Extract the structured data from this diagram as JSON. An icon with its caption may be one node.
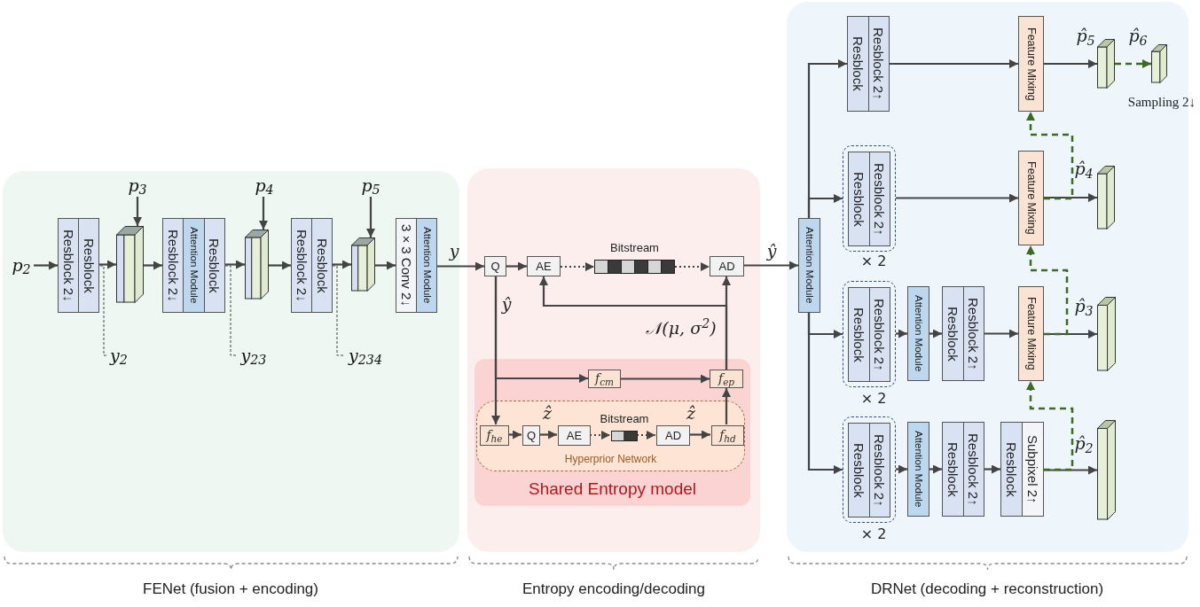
{
  "diagram": {
    "nodes": [
      {
        "text": [],
        "shape": "box",
        "beside": [
          "FENet (fusion + encoding)"
        ]
      },
      {
        "text": [
          "p$_{2}$"
        ],
        "in": 0
      },
      {
        "text": [
          "Resblock 2↓",
          "Resblock"
        ],
        "in": 0
      },
      {
        "text": [],
        "shape": "box",
        "in": 0
      },
      {
        "text": [
          "p$_{3}$"
        ],
        "in": 0
      },
      {
        "text": [
          "y$_{2}$"
        ],
        "in": 0
      },
      {
        "text": [
          "Resblock 2↓",
          "Attention Module",
          "Resblock"
        ],
        "in": 0
      },
      {
        "text": [],
        "shape": "box",
        "in": 0
      },
      {
        "text": [
          "p$_{4}$"
        ],
        "in": 0
      },
      {
        "text": [
          "y$_{23}$"
        ],
        "in": 0
      },
      {
        "text": [
          "Resblock 2↓",
          "Resblock"
        ],
        "in": 0
      },
      {
        "text": [],
        "shape": "box",
        "in": 0
      },
      {
        "text": [
          "p$_{5}$"
        ],
        "in": 0
      },
      {
        "text": [
          "y$_{234}$"
        ],
        "in": 0
      },
      {
        "text": [
          "3×3 Conv 2↓",
          "Attention Module"
        ],
        "in": 0
      },
      {
        "text": [],
        "shape": "box",
        "beside": [
          "Entropy encoding/decoding"
        ]
      },
      {
        "text": [
          "Q"
        ],
        "in": 15
      },
      {
        "text": [
          "AE"
        ],
        "in": 15
      },
      {
        "text": [
          "Bitstream"
        ],
        "in": 15
      },
      {
        "text": [
          "AD"
        ],
        "in": 15
      },
      {
        "text": [
          "Shared Entropy model"
        ],
        "in": 15
      },
      {
        "text": [
          "f$_{cm}$"
        ],
        "in": 20
      },
      {
        "text": [
          "f$_{ep}$"
        ],
        "in": 20
      },
      {
        "text": [
          "Hyperprior Network"
        ],
        "in": 20
      },
      {
        "text": [
          "f$_{he}$"
        ],
        "in": 23
      },
      {
        "text": [
          "Q"
        ],
        "in": 23
      },
      {
        "text": [
          "AE"
        ],
        "in": 23
      },
      {
        "text": [
          "Bitstream"
        ],
        "in": 23
      },
      {
        "text": [
          "AD"
        ],
        "in": 23
      },
      {
        "text": [
          "f$_{hd}$"
        ],
        "in": 23
      },
      {
        "text": [],
        "shape": "box",
        "beside": [
          "DRNet (decoding + reconstruction)"
        ]
      },
      {
        "text": [
          "Attention Module"
        ],
        "in": 30
      },
      {
        "text": [
          "Resblock",
          "Resblock 2↑"
        ],
        "in": 30
      },
      {
        "text": [
          "Feature Mixing"
        ],
        "in": 30
      },
      {
        "text": [],
        "shape": "box",
        "in": 30,
        "beside": [
          "p̂$_{5}$"
        ]
      },
      {
        "text": [],
        "shape": "box",
        "in": 30,
        "beside": [
          "p̂$_{6}$"
        ]
      },
      {
        "text": [],
        "shape": "box",
        "in": 30,
        "beside": [
          "× 2"
        ]
      },
      {
        "text": [
          "Resblock",
          "Resblock 2↑"
        ],
        "in": 36
      },
      {
        "text": [
          "Feature Mixing"
        ],
        "in": 30
      },
      {
        "text": [],
        "shape": "box",
        "in": 30,
        "beside": [
          "p̂$_{4}$"
        ]
      },
      {
        "text": [],
        "shape": "box",
        "in": 30,
        "beside": [
          "× 2"
        ]
      },
      {
        "text": [
          "Resblock",
          "Resblock 2↑"
        ],
        "in": 40
      },
      {
        "text": [
          "Attention Module"
        ],
        "in": 30
      },
      {
        "text": [
          "Resblock",
          "Resblock 2↑"
        ],
        "in": 30
      },
      {
        "text": [
          "Feature Mixing"
        ],
        "in": 30
      },
      {
        "text": [],
        "shape": "box",
        "in": 30,
        "beside": [
          "p̂$_{3}$"
        ]
      },
      {
        "text": [],
        "shape": "box",
        "in": 30,
        "beside": [
          "× 2"
        ]
      },
      {
        "text": [
          "Resblock",
          "Resblock 2↑"
        ],
        "in": 46
      },
      {
        "text": [
          "Attention Module"
        ],
        "in": 30
      },
      {
        "text": [
          "Resblock",
          "Resblock 2↑"
        ],
        "in": 30
      },
      {
        "text": [
          "Resblock",
          "Subpixel 2↑"
        ],
        "in": 30
      },
      {
        "text": [],
        "shape": "box",
        "in": 30,
        "beside": [
          "p̂$_{2}$"
        ]
      }
    ],
    "edges": [
      {
        "from": 1,
        "to": 2,
        "arrow": "to"
      },
      {
        "from": 2,
        "to": 3,
        "arrow": "to"
      },
      {
        "from": 4,
        "to": 3,
        "arrow": "to"
      },
      {
        "from": 3,
        "to": 6,
        "arrow": "to"
      },
      {
        "from": 6,
        "to": 7,
        "arrow": "to"
      },
      {
        "from": 8,
        "to": 7,
        "arrow": "to"
      },
      {
        "from": 7,
        "to": 10,
        "arrow": "to"
      },
      {
        "from": 10,
        "to": 11,
        "arrow": "to"
      },
      {
        "from": 12,
        "to": 11,
        "arrow": "to"
      },
      {
        "from": 11,
        "to": 14,
        "arrow": "to"
      },
      {
        "from": 14,
        "to": 16,
        "arrow": "to",
        "label": "y"
      },
      {
        "from": 5,
        "to": 2,
        "arrow": "none",
        "style": "dashed"
      },
      {
        "from": 9,
        "to": 6,
        "arrow": "none",
        "style": "dashed"
      },
      {
        "from": 13,
        "to": 10,
        "arrow": "none",
        "style": "dashed"
      },
      {
        "from": 16,
        "to": 17,
        "arrow": "to"
      },
      {
        "from": 17,
        "to": 18,
        "arrow": "to",
        "style": "dashed"
      },
      {
        "from": 18,
        "to": 19,
        "arrow": "to",
        "style": "dashed"
      },
      {
        "from": 19,
        "to": 31,
        "arrow": "to",
        "label": "ŷ"
      },
      {
        "from": 22,
        "to": 19,
        "arrow": "to",
        "label": "𝒩(μ, σ$^{2}$)"
      },
      {
        "from": 22,
        "to": 17,
        "arrow": "to"
      },
      {
        "from": 16,
        "to": 21,
        "arrow": "to"
      },
      {
        "from": 16,
        "to": 24,
        "arrow": "to",
        "label": "ŷ"
      },
      {
        "from": 21,
        "to": 22,
        "arrow": "to"
      },
      {
        "from": 24,
        "to": 25,
        "arrow": "to"
      },
      {
        "from": 25,
        "to": 26,
        "arrow": "to",
        "label": "ẑ"
      },
      {
        "from": 26,
        "to": 27,
        "arrow": "to",
        "style": "dashed"
      },
      {
        "from": 27,
        "to": 28,
        "arrow": "to",
        "style": "dashed"
      },
      {
        "from": 28,
        "to": 29,
        "arrow": "to",
        "label": "ẑ"
      },
      {
        "from": 29,
        "to": 22,
        "arrow": "to"
      },
      {
        "from": 31,
        "to": 32,
        "arrow": "to"
      },
      {
        "from": 31,
        "to": 36,
        "arrow": "to"
      },
      {
        "from": 31,
        "to": 40,
        "arrow": "to"
      },
      {
        "from": 31,
        "to": 46,
        "arrow": "to"
      },
      {
        "from": 32,
        "to": 33,
        "arrow": "to"
      },
      {
        "from": 33,
        "to": 34,
        "arrow": "to"
      },
      {
        "from": 34,
        "to": 35,
        "arrow": "to",
        "style": "dashed",
        "color": "#3d6b23",
        "label": "Sampling 2↓"
      },
      {
        "from": 36,
        "to": 38,
        "arrow": "to"
      },
      {
        "from": 38,
        "to": 39,
        "arrow": "to"
      },
      {
        "from": 38,
        "to": 33,
        "arrow": "to",
        "style": "dashed",
        "color": "#3d6b23"
      },
      {
        "from": 40,
        "to": 42,
        "arrow": "to"
      },
      {
        "from": 42,
        "to": 43,
        "arrow": "to"
      },
      {
        "from": 43,
        "to": 44,
        "arrow": "to"
      },
      {
        "from": 44,
        "to": 45,
        "arrow": "to"
      },
      {
        "from": 44,
        "to": 38,
        "arrow": "to",
        "style": "dashed",
        "color": "#3d6b23"
      },
      {
        "from": 46,
        "to": 48,
        "arrow": "to"
      },
      {
        "from": 48,
        "to": 49,
        "arrow": "to"
      },
      {
        "from": 49,
        "to": 50,
        "arrow": "to"
      },
      {
        "from": 50,
        "to": 51,
        "arrow": "to"
      },
      {
        "from": 50,
        "to": 44,
        "arrow": "to",
        "style": "dashed",
        "color": "#3d6b23"
      }
    ]
  }
}
